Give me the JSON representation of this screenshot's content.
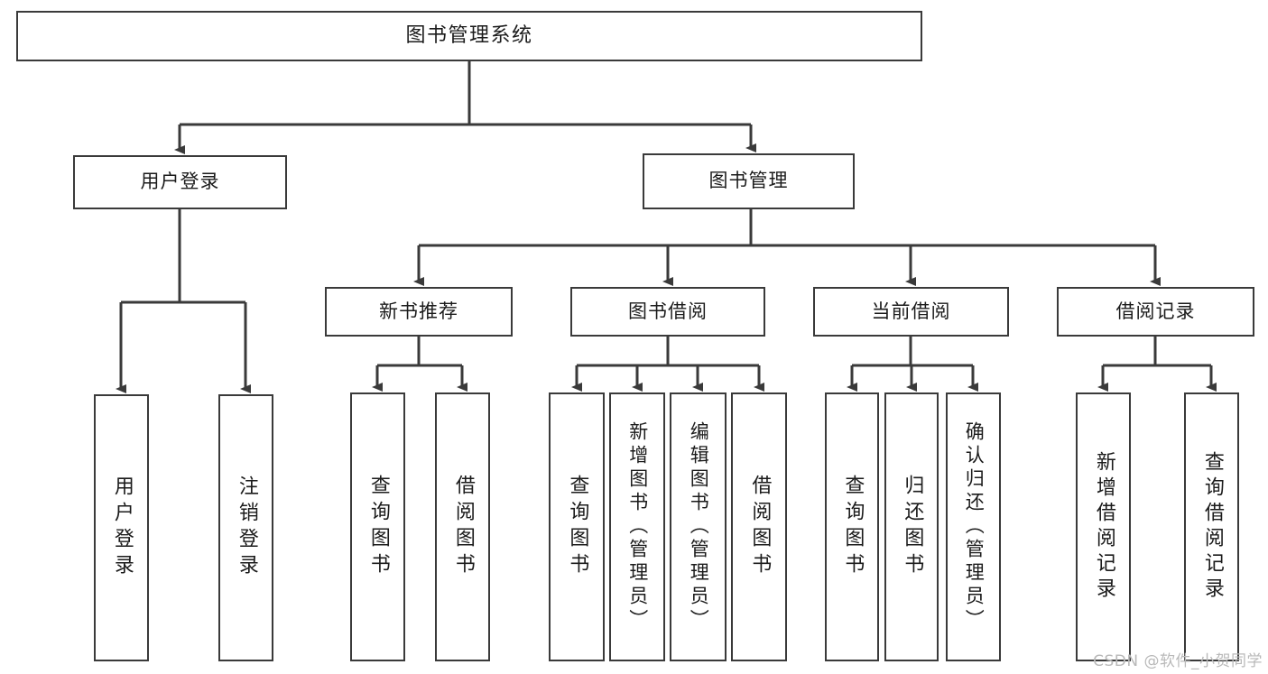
{
  "diagram": {
    "title": "图书管理系统",
    "watermark": "CSDN @软件_小贺同学",
    "line_color": "#3a3a3a",
    "box_fill": "#ffffff",
    "text_color": "#1b1b1b",
    "watermark_color": "#b9b9b9",
    "root": {
      "label": "图书管理系统"
    },
    "level2": [
      {
        "id": "user-login",
        "label": "用户登录"
      },
      {
        "id": "book-manage",
        "label": "图书管理"
      }
    ],
    "level3": [
      {
        "id": "new-book-recommend",
        "label": "新书推荐"
      },
      {
        "id": "book-borrow",
        "label": "图书借阅"
      },
      {
        "id": "current-borrow",
        "label": "当前借阅"
      },
      {
        "id": "borrow-record",
        "label": "借阅记录"
      }
    ],
    "leaves": [
      {
        "id": "leaf-user-login",
        "parent": "user-login",
        "label": "用户登录"
      },
      {
        "id": "leaf-logout",
        "parent": "user-login",
        "label": "注销登录"
      },
      {
        "id": "leaf-query-book-1",
        "parent": "new-book-recommend",
        "label": "查询图书"
      },
      {
        "id": "leaf-borrow-book-1",
        "parent": "new-book-recommend",
        "label": "借阅图书"
      },
      {
        "id": "leaf-query-book-2",
        "parent": "book-borrow",
        "label": "查询图书"
      },
      {
        "id": "leaf-add-book",
        "parent": "book-borrow",
        "label": "新增图书（管理员）"
      },
      {
        "id": "leaf-edit-book",
        "parent": "book-borrow",
        "label": "编辑图书（管理员）"
      },
      {
        "id": "leaf-borrow-book-2",
        "parent": "book-borrow",
        "label": "借阅图书"
      },
      {
        "id": "leaf-query-book-3",
        "parent": "current-borrow",
        "label": "查询图书"
      },
      {
        "id": "leaf-return-book",
        "parent": "current-borrow",
        "label": "归还图书"
      },
      {
        "id": "leaf-confirm-return",
        "parent": "current-borrow",
        "label": "确认归还（管理员）"
      },
      {
        "id": "leaf-add-record",
        "parent": "borrow-record",
        "label": "新增借阅记录"
      },
      {
        "id": "leaf-query-record",
        "parent": "borrow-record",
        "label": "查询借阅记录"
      }
    ]
  },
  "chart_data": {
    "type": "diagram",
    "subtype": "tree-hierarchy",
    "title": "图书管理系统",
    "orientation": "top-down",
    "levels": 4,
    "nodes": [
      {
        "id": "root",
        "label": "图书管理系统",
        "level": 0,
        "parent": null
      },
      {
        "id": "user-login",
        "label": "用户登录",
        "level": 1,
        "parent": "root"
      },
      {
        "id": "book-manage",
        "label": "图书管理",
        "level": 1,
        "parent": "root"
      },
      {
        "id": "new-book-recommend",
        "label": "新书推荐",
        "level": 2,
        "parent": "book-manage"
      },
      {
        "id": "book-borrow",
        "label": "图书借阅",
        "level": 2,
        "parent": "book-manage"
      },
      {
        "id": "current-borrow",
        "label": "当前借阅",
        "level": 2,
        "parent": "book-manage"
      },
      {
        "id": "borrow-record",
        "label": "借阅记录",
        "level": 2,
        "parent": "book-manage"
      },
      {
        "id": "leaf-user-login",
        "label": "用户登录",
        "level": 2,
        "parent": "user-login"
      },
      {
        "id": "leaf-logout",
        "label": "注销登录",
        "level": 2,
        "parent": "user-login"
      },
      {
        "id": "leaf-query-book-1",
        "label": "查询图书",
        "level": 3,
        "parent": "new-book-recommend"
      },
      {
        "id": "leaf-borrow-book-1",
        "label": "借阅图书",
        "level": 3,
        "parent": "new-book-recommend"
      },
      {
        "id": "leaf-query-book-2",
        "label": "查询图书",
        "level": 3,
        "parent": "book-borrow"
      },
      {
        "id": "leaf-add-book",
        "label": "新增图书（管理员）",
        "level": 3,
        "parent": "book-borrow"
      },
      {
        "id": "leaf-edit-book",
        "label": "编辑图书（管理员）",
        "level": 3,
        "parent": "book-borrow"
      },
      {
        "id": "leaf-borrow-book-2",
        "label": "借阅图书",
        "level": 3,
        "parent": "book-borrow"
      },
      {
        "id": "leaf-query-book-3",
        "label": "查询图书",
        "level": 3,
        "parent": "current-borrow"
      },
      {
        "id": "leaf-return-book",
        "label": "归还图书",
        "level": 3,
        "parent": "current-borrow"
      },
      {
        "id": "leaf-confirm-return",
        "label": "确认归还（管理员）",
        "level": 3,
        "parent": "current-borrow"
      },
      {
        "id": "leaf-add-record",
        "label": "新增借阅记录",
        "level": 3,
        "parent": "borrow-record"
      },
      {
        "id": "leaf-query-record",
        "label": "查询借阅记录",
        "level": 3,
        "parent": "borrow-record"
      }
    ],
    "edges": [
      [
        "root",
        "user-login"
      ],
      [
        "root",
        "book-manage"
      ],
      [
        "user-login",
        "leaf-user-login"
      ],
      [
        "user-login",
        "leaf-logout"
      ],
      [
        "book-manage",
        "new-book-recommend"
      ],
      [
        "book-manage",
        "book-borrow"
      ],
      [
        "book-manage",
        "current-borrow"
      ],
      [
        "book-manage",
        "borrow-record"
      ],
      [
        "new-book-recommend",
        "leaf-query-book-1"
      ],
      [
        "new-book-recommend",
        "leaf-borrow-book-1"
      ],
      [
        "book-borrow",
        "leaf-query-book-2"
      ],
      [
        "book-borrow",
        "leaf-add-book"
      ],
      [
        "book-borrow",
        "leaf-edit-book"
      ],
      [
        "book-borrow",
        "leaf-borrow-book-2"
      ],
      [
        "current-borrow",
        "leaf-query-book-3"
      ],
      [
        "current-borrow",
        "leaf-return-book"
      ],
      [
        "current-borrow",
        "leaf-confirm-return"
      ],
      [
        "borrow-record",
        "leaf-add-record"
      ],
      [
        "borrow-record",
        "leaf-query-record"
      ]
    ]
  }
}
